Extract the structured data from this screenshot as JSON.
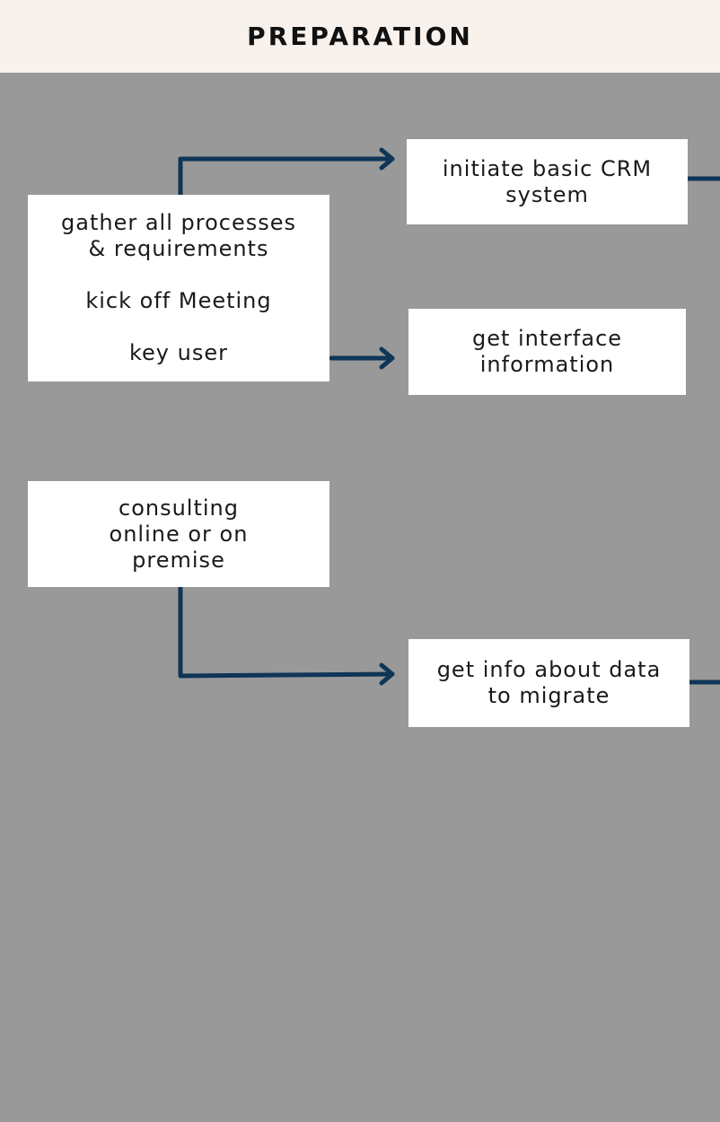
{
  "header": {
    "title": "PREPARATION"
  },
  "colors": {
    "header_background": "#f8f1ec",
    "canvas_background": "#999999",
    "box_background": "#ffffff",
    "connector": "#0f3557"
  },
  "nodes": {
    "gather": {
      "line1": "gather all processes",
      "line2": "& requirements",
      "line3": "kick off Meeting",
      "line4": "key user"
    },
    "crm": {
      "line1": "initiate basic CRM",
      "line2": "system"
    },
    "interface": {
      "line1": "get interface",
      "line2": "information"
    },
    "consulting": {
      "line1": "consulting",
      "line2": "online or on",
      "line3": "premise"
    },
    "migrate": {
      "line1": "get info about data",
      "line2": "to migrate"
    }
  }
}
